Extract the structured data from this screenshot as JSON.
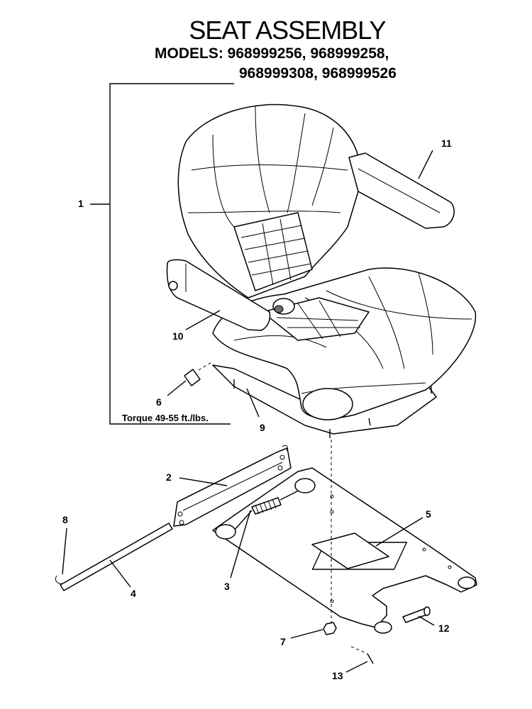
{
  "header": {
    "title": "SEAT ASSEMBLY",
    "models_line1": "MODELS:  968999256,  968999258,",
    "models_line2": "968999308,  968999526"
  },
  "note": {
    "torque": "Torque 49-55 ft./lbs."
  },
  "callouts": {
    "c1": "1",
    "c2": "2",
    "c3": "3",
    "c4": "4",
    "c5": "5",
    "c6": "6",
    "c7": "7",
    "c8": "8",
    "c9": "9",
    "c10": "10",
    "c11": "11",
    "c12": "12",
    "c13": "13"
  }
}
